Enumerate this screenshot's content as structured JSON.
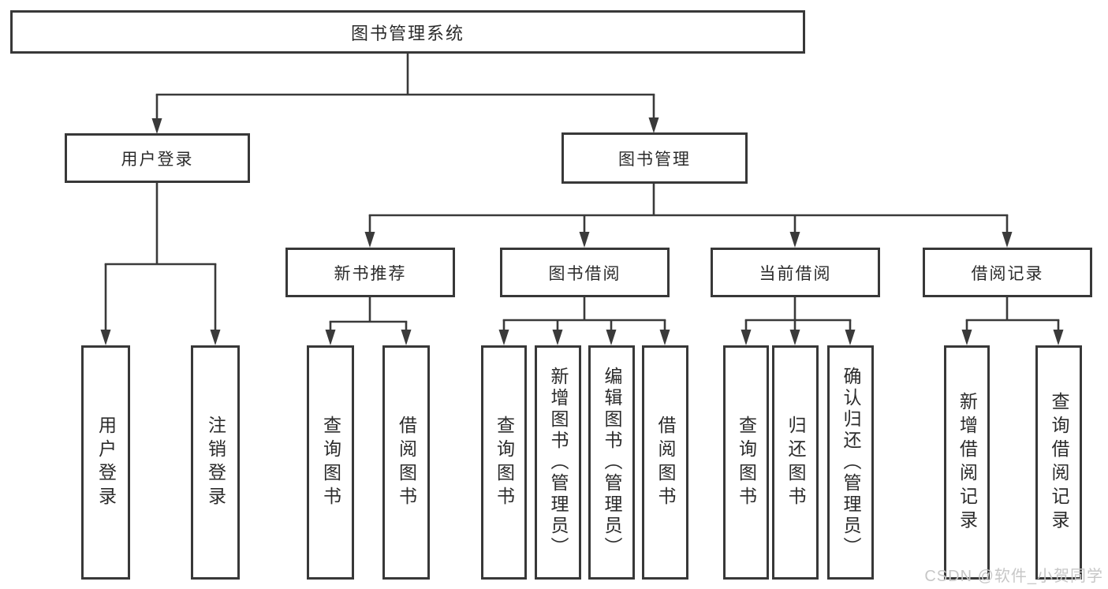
{
  "diagram": {
    "type": "hierarchy-tree",
    "title": "图书管理系统",
    "nodes": {
      "root": {
        "label": "图书管理系统"
      },
      "user_login": {
        "label": "用户登录"
      },
      "book_mgmt": {
        "label": "图书管理"
      },
      "new_book_rec": {
        "label": "新书推荐"
      },
      "book_borrow": {
        "label": "图书借阅"
      },
      "current_borrow": {
        "label": "当前借阅"
      },
      "borrow_records": {
        "label": "借阅记录"
      },
      "leaf_user_login": {
        "label": "用户登录"
      },
      "leaf_logout": {
        "label": "注销登录"
      },
      "leaf_query_book_rec": {
        "label": "查询图书"
      },
      "leaf_borrow_book_rec": {
        "label": "借阅图书"
      },
      "leaf_query_book_borrow": {
        "label": "查询图书"
      },
      "leaf_add_book": {
        "label": "新增图书（管理员）"
      },
      "leaf_edit_book": {
        "label": "编辑图书（管理员）"
      },
      "leaf_borrow_book_borrow": {
        "label": "借阅图书"
      },
      "leaf_query_book_current": {
        "label": "查询图书"
      },
      "leaf_return_book": {
        "label": "归还图书"
      },
      "leaf_confirm_return": {
        "label": "确认归还（管理员）"
      },
      "leaf_add_record": {
        "label": "新增借阅记录"
      },
      "leaf_query_record": {
        "label": "查询借阅记录"
      }
    },
    "hierarchy": [
      {
        "parent": "图书管理系统",
        "children": [
          "用户登录",
          "图书管理"
        ]
      },
      {
        "parent": "用户登录",
        "children": [
          "用户登录",
          "注销登录"
        ]
      },
      {
        "parent": "图书管理",
        "children": [
          "新书推荐",
          "图书借阅",
          "当前借阅",
          "借阅记录"
        ]
      },
      {
        "parent": "新书推荐",
        "children": [
          "查询图书",
          "借阅图书"
        ]
      },
      {
        "parent": "图书借阅",
        "children": [
          "查询图书",
          "新增图书（管理员）",
          "编辑图书（管理员）",
          "借阅图书"
        ]
      },
      {
        "parent": "当前借阅",
        "children": [
          "查询图书",
          "归还图书",
          "确认归还（管理员）"
        ]
      },
      {
        "parent": "借阅记录",
        "children": [
          "新增借阅记录",
          "查询借阅记录"
        ]
      }
    ],
    "colors": {
      "line": "#3a3a3a",
      "box_border": "#383838",
      "text": "#2b2b2b",
      "background": "#ffffff",
      "watermark": "#c7c7c7"
    }
  },
  "watermark": {
    "text": "CSDN @软件_小贺同学"
  }
}
